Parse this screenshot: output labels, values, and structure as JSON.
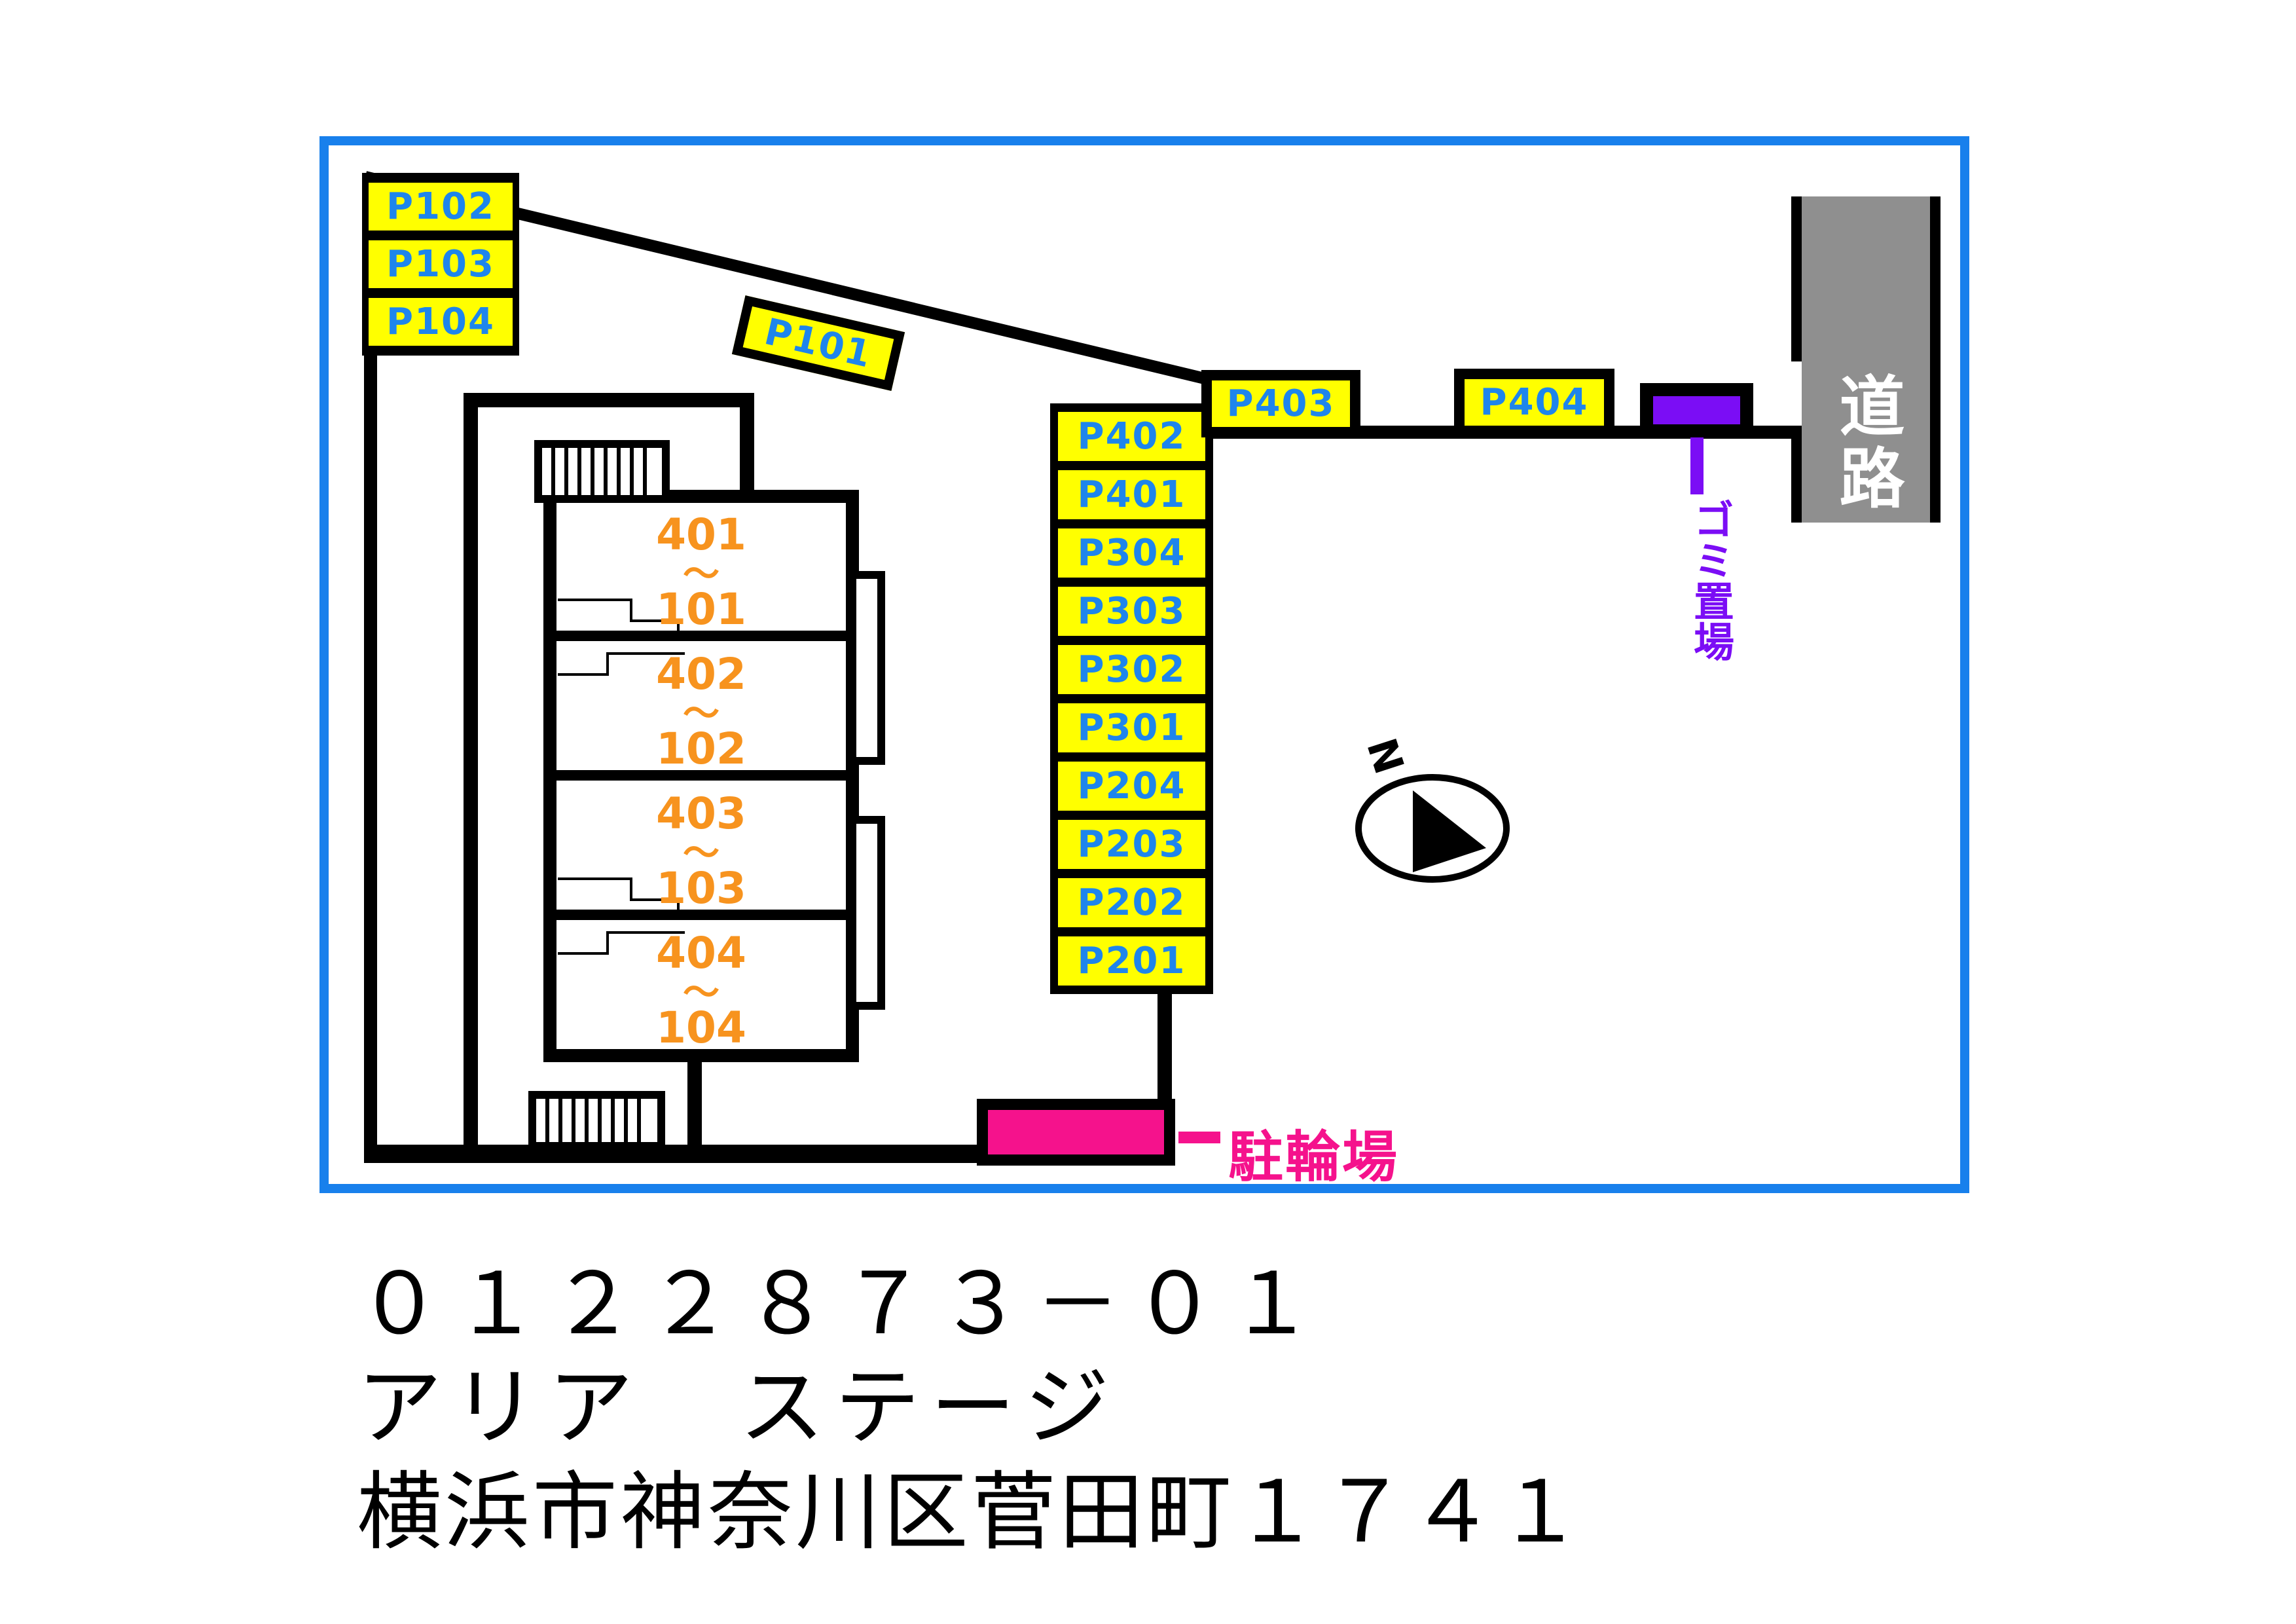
{
  "map": {
    "road_label": "道路",
    "garbage_label": "ゴミ置場",
    "bicycle_label": "駐輪場",
    "compass_label": "N",
    "tilde": "～"
  },
  "parking": {
    "left_stack": [
      "P102",
      "P103",
      "P104"
    ],
    "angled_spot": "P101",
    "column_stack": [
      "P402",
      "P401",
      "P304",
      "P303",
      "P302",
      "P301",
      "P204",
      "P203",
      "P202",
      "P201"
    ],
    "row_spots": [
      "P403",
      "P404"
    ]
  },
  "building": {
    "units": [
      {
        "upper": "401",
        "lower": "101"
      },
      {
        "upper": "402",
        "lower": "102"
      },
      {
        "upper": "403",
        "lower": "103"
      },
      {
        "upper": "404",
        "lower": "104"
      }
    ]
  },
  "footer": {
    "line1": "０１２２８７３－０１",
    "line2": "アリア　ステージ",
    "line3": "横浜市神奈川区菅田町１７４１"
  },
  "colors": {
    "border_blue": "#1880EC",
    "label_blue": "#1E85EC",
    "stall_yellow": "#FFFF00",
    "unit_orange": "#F7931E",
    "garbage_purple": "#7B0DF5",
    "bicycle_pink": "#F5128C",
    "road_gray": "#8F8F8F",
    "line_black": "#000000"
  }
}
